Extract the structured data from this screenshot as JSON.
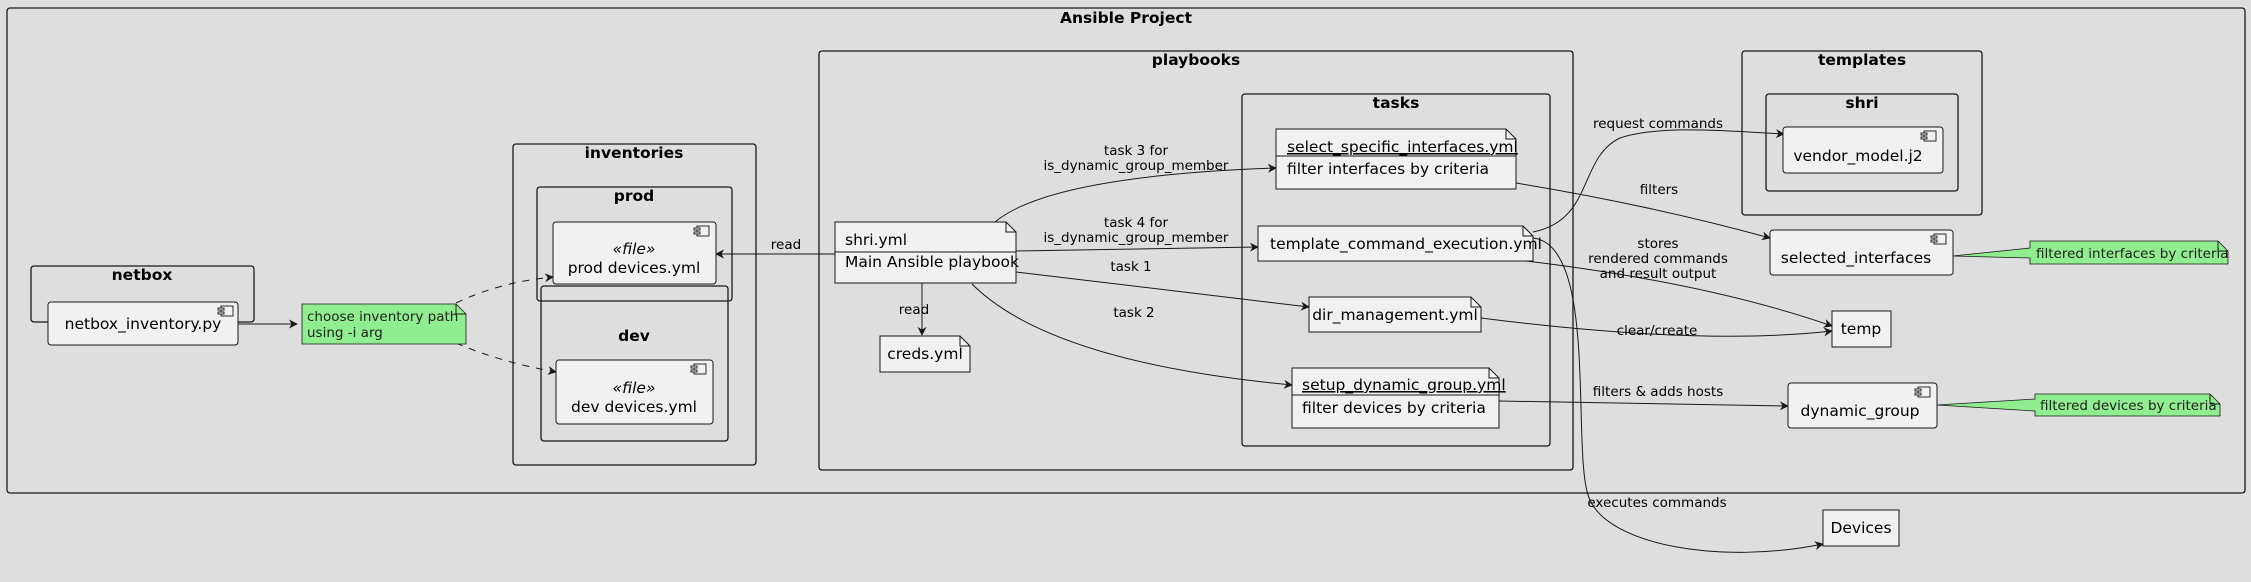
{
  "packages": {
    "project": "Ansible Project",
    "netbox": "netbox",
    "inventories": "inventories",
    "prod": "prod",
    "dev": "dev",
    "playbooks": "playbooks",
    "tasks": "tasks",
    "templates": "templates",
    "shri": "shri"
  },
  "components": {
    "netbox_inventory": "netbox_inventory.py",
    "prod_stereo": "«file»",
    "prod_devices": "prod devices.yml",
    "dev_stereo": "«file»",
    "dev_devices": "dev devices.yml",
    "vendor_model": "vendor_model.j2",
    "selected_interfaces": "selected_interfaces",
    "dynamic_group": "dynamic_group"
  },
  "files": {
    "shri_title": "shri.yml",
    "shri_desc": "Main Ansible playbook",
    "creds": "creds.yml",
    "select_title": "select_specific_interfaces.yml",
    "select_desc": "filter interfaces by criteria",
    "template_cmd": "template_command_execution.yml",
    "dir_mgmt": "dir_management.yml",
    "setup_title": "setup_dynamic_group.yml",
    "setup_desc": "filter devices by criteria"
  },
  "rects": {
    "temp": "temp",
    "devices": "Devices"
  },
  "notes": {
    "inventory_line1": "choose inventory path",
    "inventory_line2": "using -i arg",
    "interfaces": "filtered interfaces by criteria",
    "devices": "filtered devices by criteria"
  },
  "edges": {
    "read_inventory": "read",
    "read_creds": "read",
    "task3_l1": "task 3 for",
    "task3_l2": "is_dynamic_group_member",
    "task4_l1": "task 4 for",
    "task4_l2": "is_dynamic_group_member",
    "task1": "task 1",
    "task2": "task 2",
    "request_commands": "request commands",
    "filters": "filters",
    "stores_l1": "stores",
    "stores_l2": "rendered commands",
    "stores_l3": "and result output",
    "clear_create": "clear/create",
    "filters_adds": "filters & adds hosts",
    "executes": "executes commands"
  },
  "colors": {
    "background": "#dedede",
    "node_fill": "#f1f1f1",
    "note_fill": "#90ee90",
    "stroke": "#181818"
  }
}
